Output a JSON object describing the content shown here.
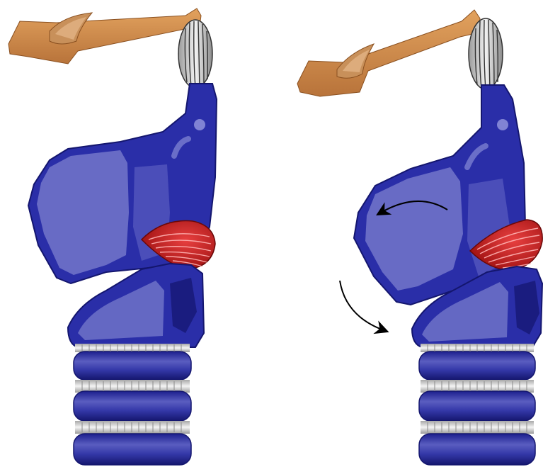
{
  "panels": [
    {
      "id": "left",
      "state": "at-rest",
      "arrows": []
    },
    {
      "id": "right",
      "state": "tilted",
      "arrows": [
        "forward-tilt-arrow",
        "downward-rotation-arrow"
      ]
    }
  ],
  "colors": {
    "bone": "#d08a4a",
    "bone_dark": "#a8642a",
    "ligament": "#c9c9c9",
    "cartilage": "#2a2ea8",
    "cartilage_light": "#6f72c8",
    "cartilage_dark": "#14166e",
    "muscle": "#c41e1e",
    "muscle_stripe": "#ff9a9a",
    "ring_gap": "#d9d9d9",
    "arrow": "#000000",
    "background": "#ffffff"
  }
}
